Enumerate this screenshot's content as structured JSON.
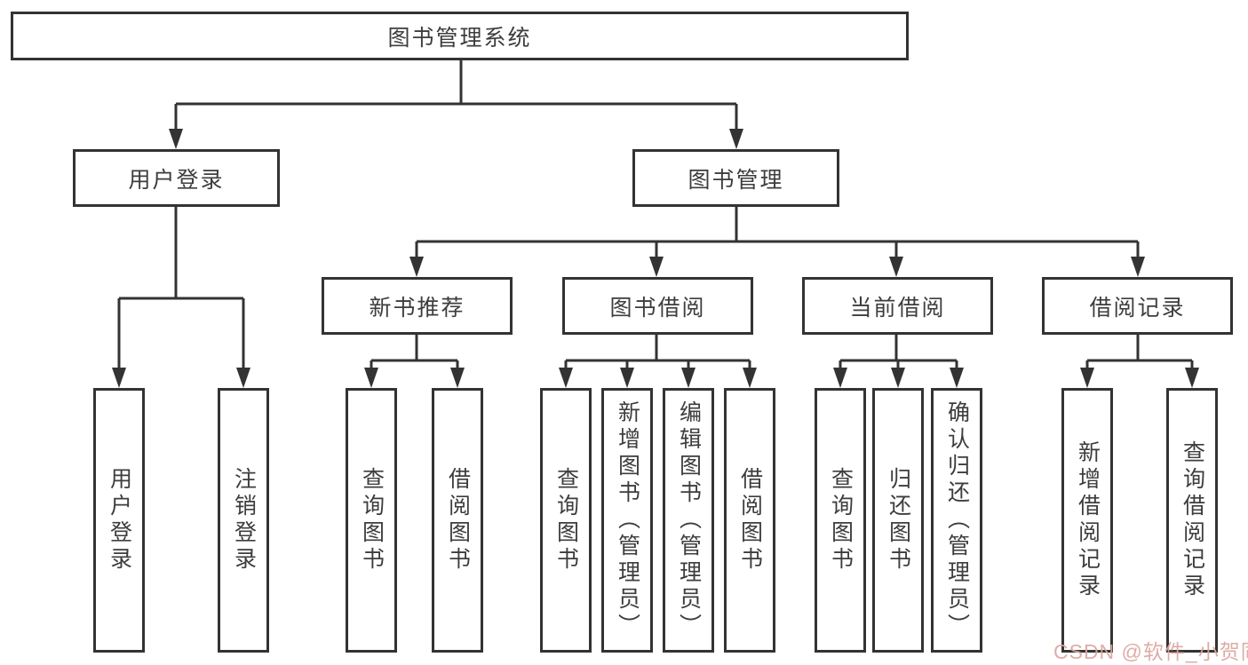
{
  "tree": {
    "root": {
      "label": "图书管理系统"
    },
    "children": [
      {
        "label": "用户登录",
        "children": [
          {
            "label": "用户登录"
          },
          {
            "label": "注销登录"
          }
        ]
      },
      {
        "label": "图书管理",
        "children": [
          {
            "label": "新书推荐",
            "children": [
              {
                "label": "查询图书"
              },
              {
                "label": "借阅图书"
              }
            ]
          },
          {
            "label": "图书借阅",
            "children": [
              {
                "label": "查询图书"
              },
              {
                "label": "新增图书（管理员）"
              },
              {
                "label": "编辑图书（管理员）"
              },
              {
                "label": "借阅图书"
              }
            ]
          },
          {
            "label": "当前借阅",
            "children": [
              {
                "label": "查询图书"
              },
              {
                "label": "归还图书"
              },
              {
                "label": "确认归还（管理员）"
              }
            ]
          },
          {
            "label": "借阅记录",
            "children": [
              {
                "label": "新增借阅记录"
              },
              {
                "label": "查询借阅记录"
              }
            ]
          }
        ]
      }
    ]
  },
  "watermark": {
    "text": "CSDN @软件_小贺同学"
  },
  "colors": {
    "line": "#333333",
    "text": "#3d3d3d",
    "watermark": "#dca69f",
    "background": "#ffffff"
  }
}
